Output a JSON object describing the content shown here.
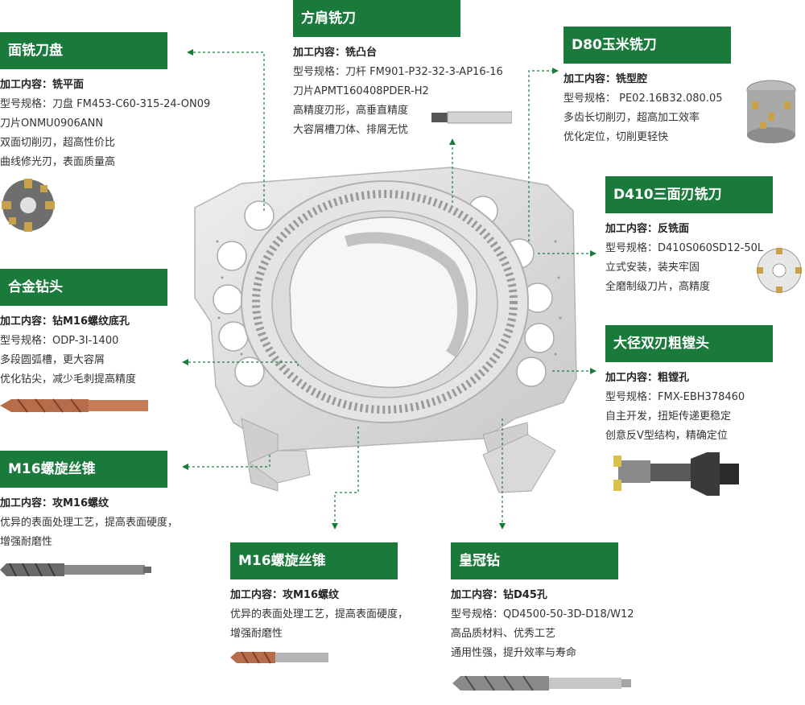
{
  "colors": {
    "accent": "#1a7a3c",
    "connector": "#1a7a3c",
    "part": "#d8d8d8"
  },
  "cards": {
    "face_mill": {
      "title": "面铣刀盘",
      "lines": [
        "加工内容：铣平面",
        "型号规格：刀盘  FM453-C60-315-24-ON09",
        "刀片ONMU0906ANN",
        "双面切削刃，超高性价比",
        "曲线修光刃，表面质量高"
      ]
    },
    "shoulder_mill": {
      "title": "方肩铣刀",
      "lines": [
        "加工内容：铣凸台",
        "型号规格：刀杆 FM901-P32-32-3-AP16-16",
        "刀片APMT160408PDER-H2",
        "高精度刃形，高垂直精度",
        "大容屑槽刀体、排屑无忧"
      ]
    },
    "corn_mill": {
      "title": "D80玉米铣刀",
      "lines": [
        "加工内容：铣型腔",
        "型号规格：  PE02.16B32.080.05",
        "多齿长切削刃，超高加工效率",
        "优化定位，切削更轻快"
      ]
    },
    "side_mill": {
      "title": "D410三面刃铣刀",
      "lines": [
        "加工内容：反铣面",
        "型号规格：D410S060SD12-50L",
        "立式安装，装夹牢固",
        "全磨制级刀片，高精度"
      ]
    },
    "drill": {
      "title": "合金钻头",
      "lines": [
        "加工内容：钻M16螺纹底孔",
        "型号规格：ODP-3I-1400",
        "多段圆弧槽，更大容屑",
        "优化钻尖，减少毛刺提高精度"
      ]
    },
    "boring": {
      "title": "大径双刃粗镗头",
      "lines": [
        "加工内容：粗镗孔",
        "型号规格：FMX-EBH378460",
        "自主开发，扭矩传递更稳定",
        "创意反V型结构，精确定位"
      ]
    },
    "tap_left": {
      "title": "M16螺旋丝锥",
      "lines": [
        "加工内容：攻M16螺纹",
        "优异的表面处理工艺，提高表面硬度，",
        "增强耐磨性"
      ]
    },
    "tap_bottom": {
      "title": "M16螺旋丝锥",
      "lines": [
        "加工内容：攻M16螺纹",
        "优异的表面处理工艺，提高表面硬度，",
        "增强耐磨性"
      ]
    },
    "crown_drill": {
      "title": "皇冠钻",
      "lines": [
        "加工内容：钻D45孔",
        "型号规格：QD4500-50-3D-D18/W12",
        "高品质材料、优秀工艺",
        "通用性强，提升效率与寿命"
      ]
    }
  }
}
